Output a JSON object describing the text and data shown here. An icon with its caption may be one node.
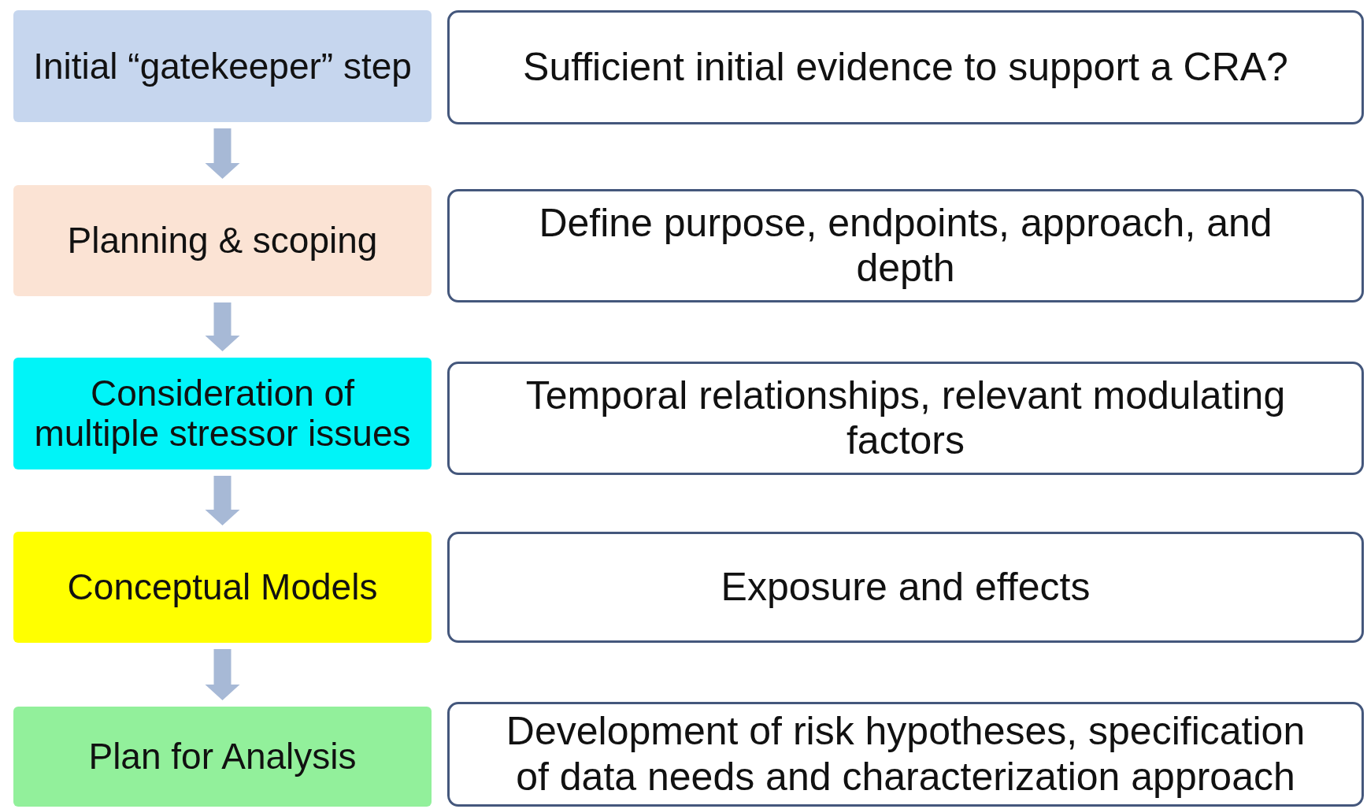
{
  "diagram": {
    "nodes": [
      {
        "text": [
          "Initial “gatekeeper” step"
        ]
      },
      {
        "text": [
          "Sufficient initial evidence to support a CRA?"
        ]
      },
      {
        "text": [
          "Planning & scoping"
        ]
      },
      {
        "text": [
          "Define purpose, endpoints, approach, and depth"
        ]
      },
      {
        "text": [
          "Consideration of multiple stressor issues"
        ]
      },
      {
        "text": [
          "Temporal relationships, relevant modulating factors"
        ]
      },
      {
        "text": [
          "Conceptual Models"
        ]
      },
      {
        "text": [
          "Exposure and effects"
        ]
      },
      {
        "text": [
          "Plan for Analysis"
        ]
      },
      {
        "text": [
          "Development of risk hypotheses, specification of data needs and characterization approach"
        ]
      }
    ],
    "edges": [
      {
        "from": 0,
        "to": 2,
        "arrow": "to"
      },
      {
        "from": 2,
        "to": 4,
        "arrow": "to"
      },
      {
        "from": 4,
        "to": 6,
        "arrow": "to"
      },
      {
        "from": 6,
        "to": 8,
        "arrow": "to"
      }
    ]
  }
}
